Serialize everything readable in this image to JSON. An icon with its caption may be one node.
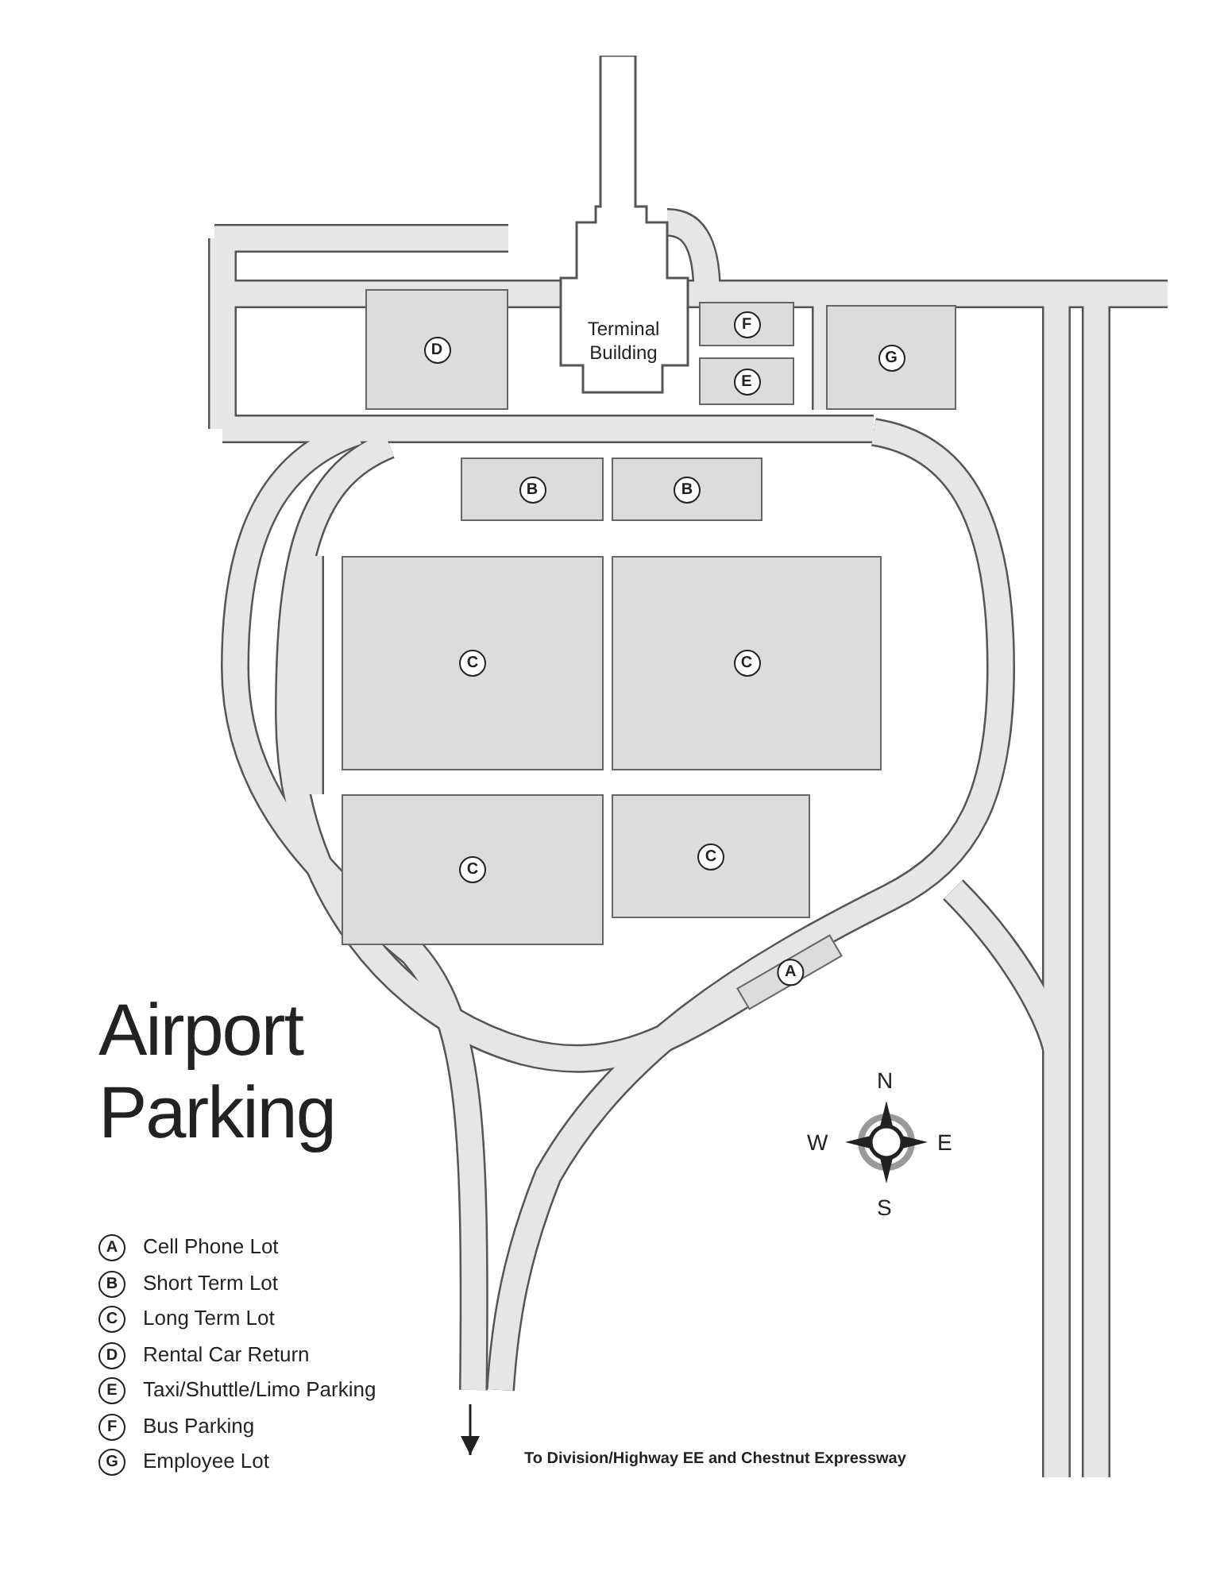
{
  "diagram": {
    "title": "Airport Parking",
    "nodes": [
      {
        "text": [
          "Terminal Building"
        ]
      },
      {
        "text": [
          "D"
        ]
      },
      {
        "text": [
          "F"
        ]
      },
      {
        "text": [
          "G"
        ]
      },
      {
        "text": [
          "E"
        ]
      },
      {
        "text": [
          "B"
        ]
      },
      {
        "text": [
          "B"
        ]
      },
      {
        "text": [
          "C"
        ]
      },
      {
        "text": [
          "C"
        ]
      },
      {
        "text": [
          "C"
        ]
      },
      {
        "text": [
          "C"
        ]
      },
      {
        "text": [
          "A"
        ]
      }
    ],
    "labels": [
      "N",
      "W",
      "E",
      "S",
      "A",
      "B",
      "C",
      "D",
      "E",
      "F",
      "G",
      "To Division/Highway EE and Chestnut Expressway"
    ],
    "legend": [
      {
        "text": "Cell Phone Lot"
      },
      {
        "text": "Short Term Lot"
      },
      {
        "text": "Long Term Lot"
      },
      {
        "text": "Rental Car Return"
      },
      {
        "text": "Taxi/Shuttle/Limo Parking"
      },
      {
        "text": "Bus Parking"
      },
      {
        "text": "Employee Lot"
      }
    ]
  }
}
